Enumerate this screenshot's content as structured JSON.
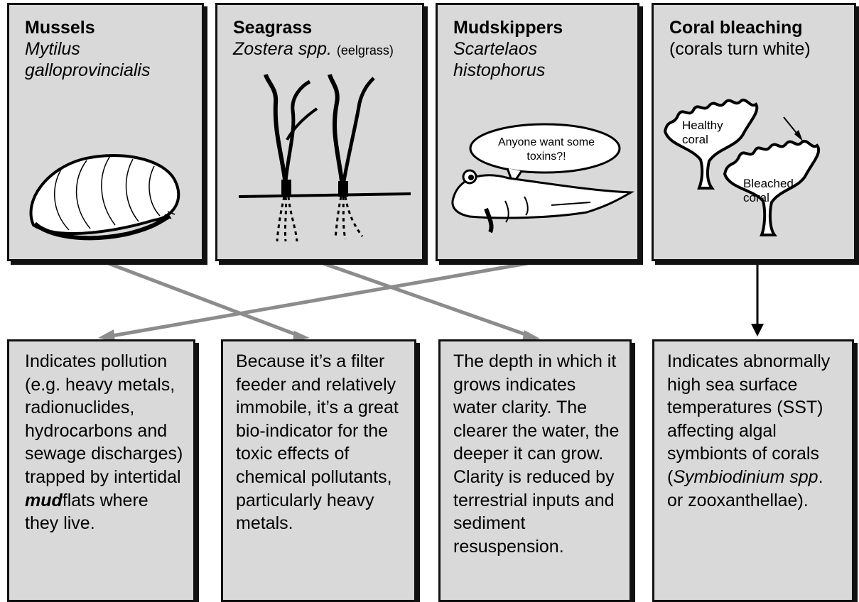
{
  "cards": [
    {
      "title": "Mussels",
      "sci_line1": "Mytilus",
      "sci_line2": "galloprovincialis"
    },
    {
      "title": "Seagrass",
      "sci": "Zostera spp.",
      "note": "(eelgrass)"
    },
    {
      "title": "Mudskippers",
      "sci_line1": "Scartelaos",
      "sci_line2": "histophorus",
      "speech": "Anyone want some toxins?!"
    },
    {
      "title": "Coral bleaching",
      "subtitle": "(corals turn white)",
      "healthy_label": "Healthy coral",
      "bleached_label": "Bleached coral"
    }
  ],
  "descriptions": {
    "pollution_before": "Indicates pollution (e.g. heavy metals, radionuclides, hydrocarbons and sewage discharges) trapped by intertidal ",
    "pollution_emph": "mud",
    "pollution_after": "flats where they live.",
    "filter": "Because it’s a filter feeder and relatively immobile, it’s a great bio-indicator for the toxic effects of chemical pollutants, particularly heavy metals.",
    "clarity": "The depth in which it grows indicates water clarity. The clearer the water, the deeper it can grow. Clarity is reduced by terrestrial inputs and sediment resuspension.",
    "sst_before": "Indicates abnormally high sea surface temperatures (SST) affecting algal symbionts of corals (",
    "sst_emph": "Symbiodinium spp",
    "sst_after": ". or zooxanthellae)."
  },
  "colors": {
    "box_fill": "#d9d9d9",
    "border": "#111111",
    "grey_arrow": "#8c8c8c",
    "black_arrow": "#000000"
  }
}
